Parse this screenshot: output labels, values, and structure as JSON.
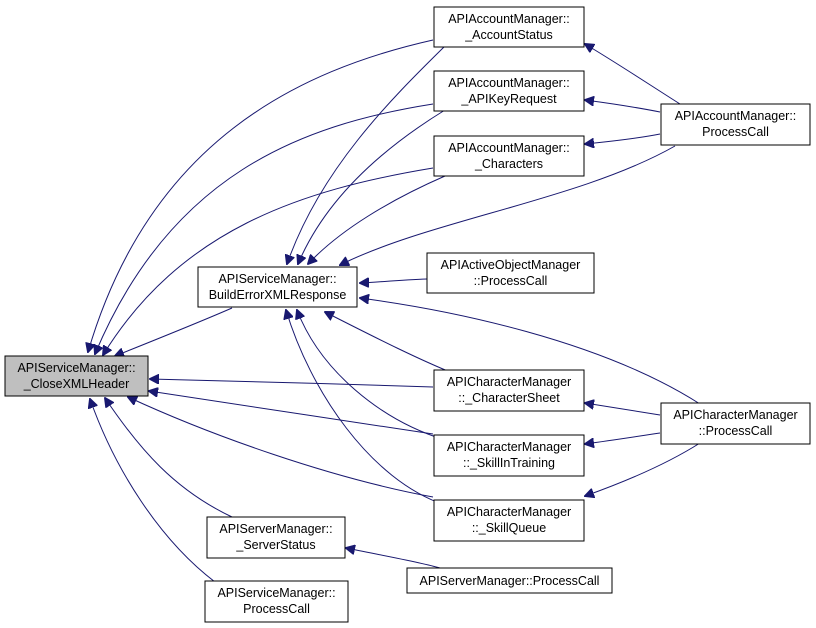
{
  "colors": {
    "edge": "#191970",
    "node_border": "#000000",
    "node_fill": "#ffffff",
    "selected_fill": "#bfbfbf"
  },
  "nodes": {
    "close_xml_header": {
      "line1": "APIServiceManager::",
      "line2": "_CloseXMLHeader"
    },
    "build_error_xml": {
      "line1": "APIServiceManager::",
      "line2": "BuildErrorXMLResponse"
    },
    "account_status": {
      "line1": "APIAccountManager::",
      "line2": "_AccountStatus"
    },
    "api_key_request": {
      "line1": "APIAccountManager::",
      "line2": "_APIKeyRequest"
    },
    "characters": {
      "line1": "APIAccountManager::",
      "line2": "_Characters"
    },
    "account_process": {
      "line1": "APIAccountManager::",
      "line2": "ProcessCall"
    },
    "active_object_process": {
      "line1": "APIActiveObjectManager",
      "line2": "::ProcessCall"
    },
    "character_sheet": {
      "line1": "APICharacterManager",
      "line2": "::_CharacterSheet"
    },
    "skill_in_training": {
      "line1": "APICharacterManager",
      "line2": "::_SkillInTraining"
    },
    "skill_queue": {
      "line1": "APICharacterManager",
      "line2": "::_SkillQueue"
    },
    "character_process": {
      "line1": "APICharacterManager",
      "line2": "::ProcessCall"
    },
    "server_status": {
      "line1": "APIServerManager::",
      "line2": "_ServerStatus"
    },
    "server_process": {
      "line1": "APIServerManager::ProcessCall"
    },
    "service_process": {
      "line1": "APIServiceManager::",
      "line2": "ProcessCall"
    }
  }
}
